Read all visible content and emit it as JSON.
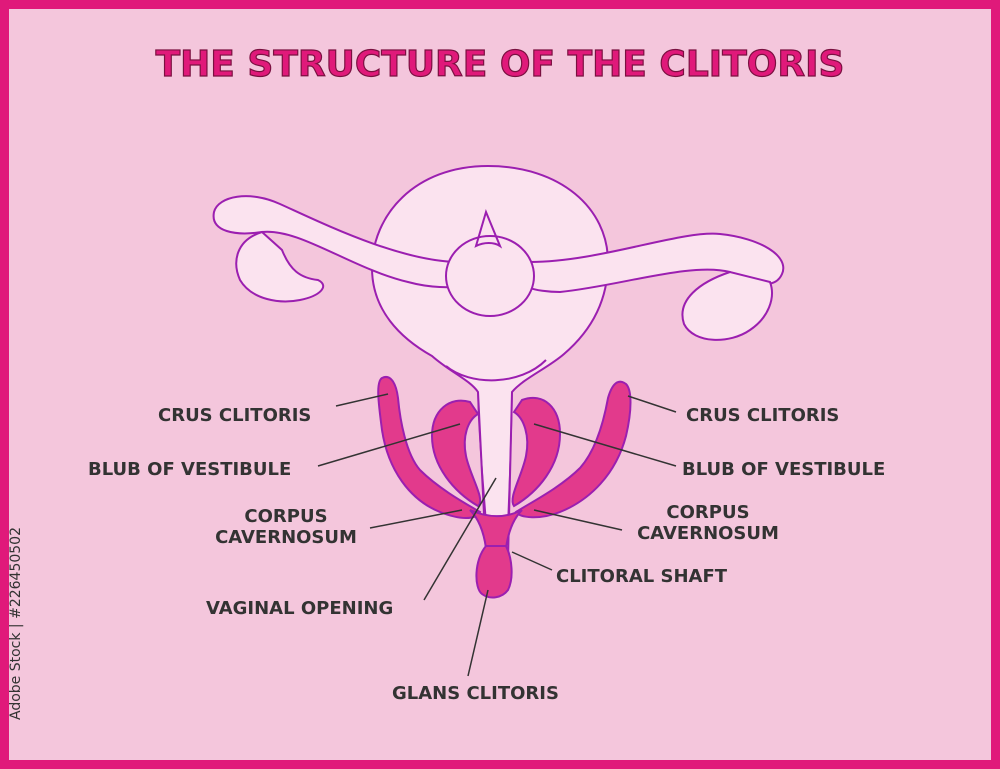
{
  "title": "THE STRUCTURE OF THE CLITORIS",
  "colors": {
    "border": "#e0197a",
    "background": "#f4c6dc",
    "organ_fill": "#e23a8c",
    "organ_outline": "#9b1fb0",
    "uterus_fill": "#fbe3ef"
  },
  "labels": {
    "crus_left": "CRUS CLITORIS",
    "crus_right": "CRUS CLITORIS",
    "bulb_left": "BLUB OF VESTIBULE",
    "bulb_right": "BLUB OF VESTIBULE",
    "corpus_left_1": "CORPUS",
    "corpus_left_2": "CAVERNOSUM",
    "corpus_right_1": "CORPUS",
    "corpus_right_2": "CAVERNOSUM",
    "clitoral_shaft": "CLITORAL SHAFT",
    "vaginal_opening": "VAGINAL OPENING",
    "glans": "GLANS CLITORIS"
  },
  "stock_id": "Adobe Stock | #226450502"
}
